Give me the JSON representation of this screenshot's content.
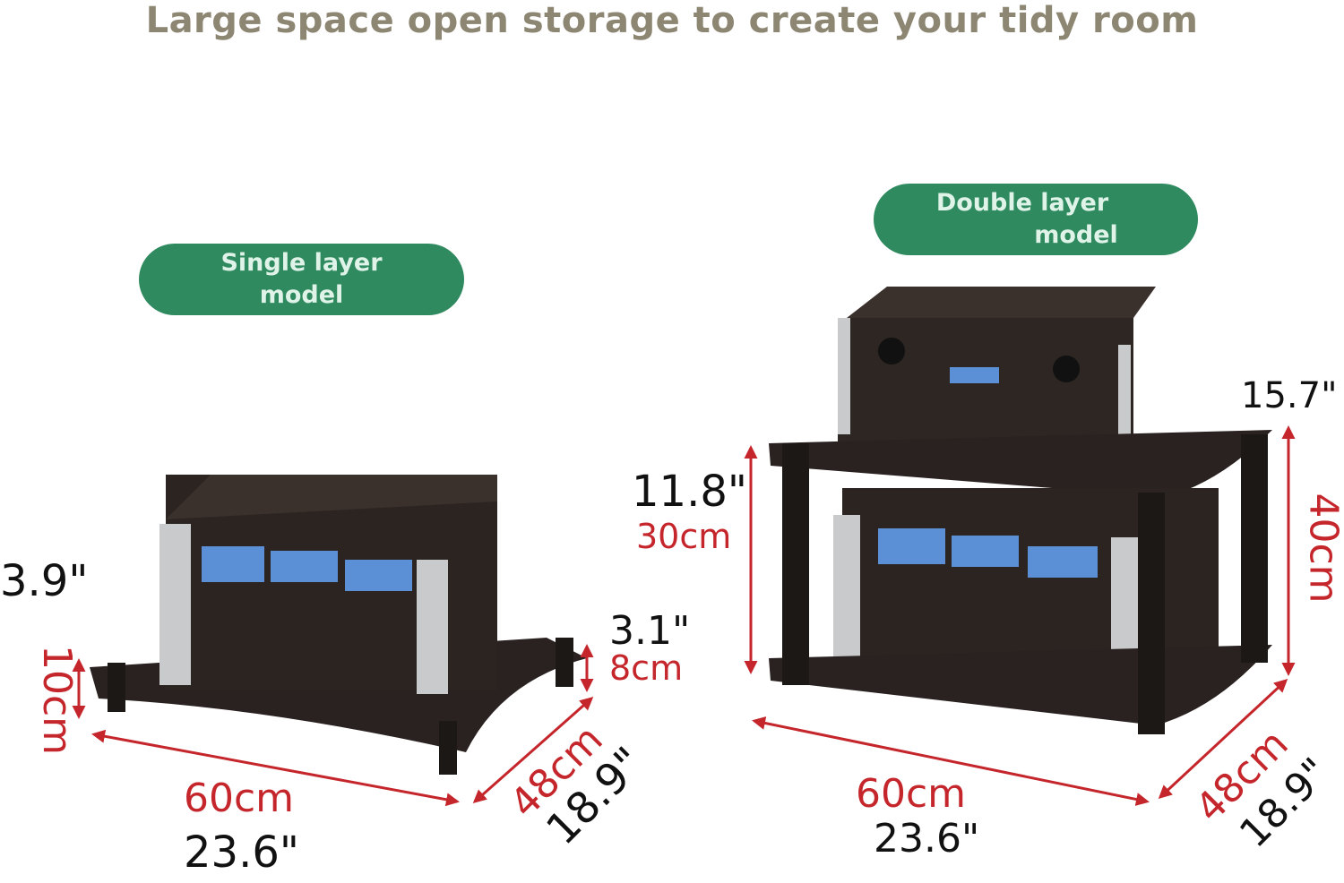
{
  "title": "Large space open storage to create your tidy room",
  "models": [
    {
      "label_line1": "Single layer",
      "label_line2": "model",
      "dimensions": {
        "height_in": "3.9\"",
        "height_cm": "10cm",
        "leg_in": "3.1\"",
        "leg_cm": "8cm",
        "width_cm": "60cm",
        "width_in": "23.6\"",
        "depth_cm": "48cm",
        "depth_in": "18.9\""
      }
    },
    {
      "label_line1": "Double layer",
      "label_line2": "model",
      "dimensions": {
        "total_in": "15.7\"",
        "total_cm": "40cm",
        "gap_in": "11.8\"",
        "gap_cm": "30cm",
        "width_cm": "60cm",
        "width_in": "23.6\"",
        "depth_cm": "48cm",
        "depth_in": "18.9\""
      }
    }
  ],
  "colors": {
    "accent_green": "#2f8a5f",
    "dimension_red": "#c5262b",
    "title_gray": "#8c8672"
  }
}
